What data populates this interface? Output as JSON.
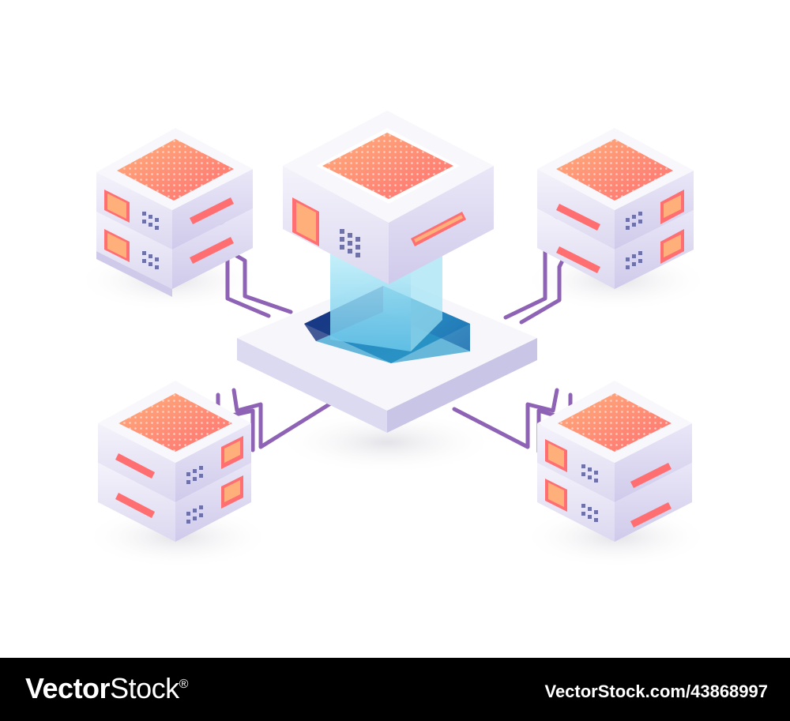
{
  "footer": {
    "brand_bold": "Vector",
    "brand_regular": "Stock",
    "brand_mark": "®",
    "credit": "VectorStock.com/43868997"
  },
  "colors": {
    "background": "#ffffff",
    "footer_bar": "#000000",
    "chip": "#ff7a6e",
    "chip_light": "#ffb07a",
    "server_body": "#e6e3f6",
    "wire": "#8e62b4",
    "portal": "#3aa6d6"
  }
}
